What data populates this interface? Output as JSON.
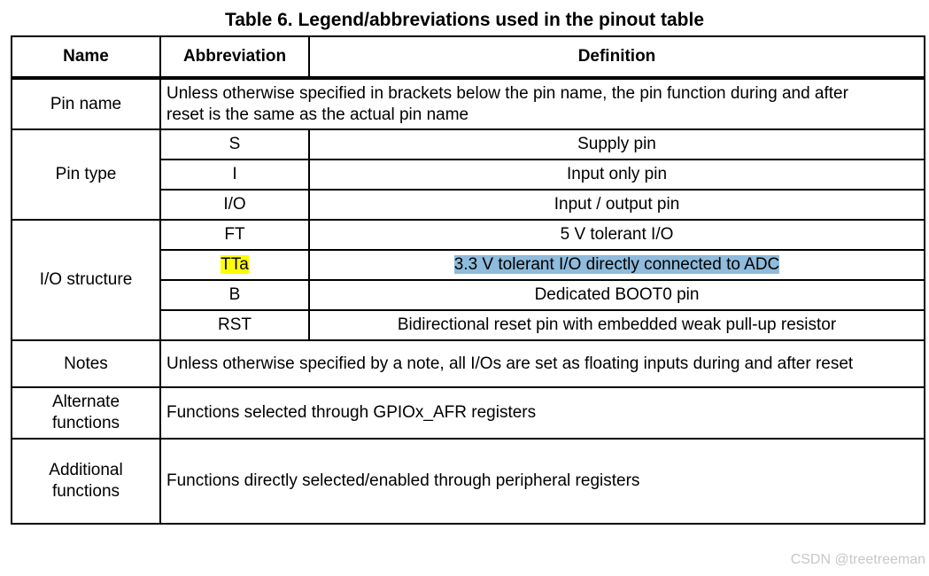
{
  "title": "Table 6. Legend/abbreviations used in the pinout table",
  "headers": {
    "name": "Name",
    "abbreviation": "Abbreviation",
    "definition": "Definition"
  },
  "rows": {
    "pin_name": {
      "name": "Pin name",
      "definition_line1": "Unless otherwise specified in brackets below the pin name, the pin function during and after",
      "definition_line2": "reset is the same as the actual pin name"
    },
    "pin_type": {
      "name": "Pin type",
      "items": [
        {
          "abbr": "S",
          "def": "Supply pin"
        },
        {
          "abbr": "I",
          "def": "Input only pin"
        },
        {
          "abbr": "I/O",
          "def": "Input / output pin"
        }
      ]
    },
    "io_structure": {
      "name": "I/O structure",
      "items": [
        {
          "abbr": "FT",
          "def": "5 V tolerant I/O"
        },
        {
          "abbr": "TTa",
          "def": "3.3 V tolerant I/O directly connected to ADC"
        },
        {
          "abbr": "B",
          "def": "Dedicated BOOT0 pin"
        },
        {
          "abbr": "RST",
          "def": "Bidirectional reset pin with embedded weak pull-up resistor"
        }
      ]
    },
    "notes": {
      "name": "Notes",
      "definition": "Unless otherwise specified by a note, all I/Os are set as floating inputs during and after reset"
    },
    "alternate": {
      "name_line1": "Alternate",
      "name_line2": "functions",
      "definition": "Functions selected through GPIOx_AFR registers"
    },
    "additional": {
      "name_line1": "Additional",
      "name_line2": "functions",
      "definition": "Functions directly selected/enabled through peripheral registers"
    }
  },
  "highlight_colors": {
    "yellow": "#ffff00",
    "blue": "#8fbbdc"
  },
  "watermark": "CSDN @treetreeman"
}
